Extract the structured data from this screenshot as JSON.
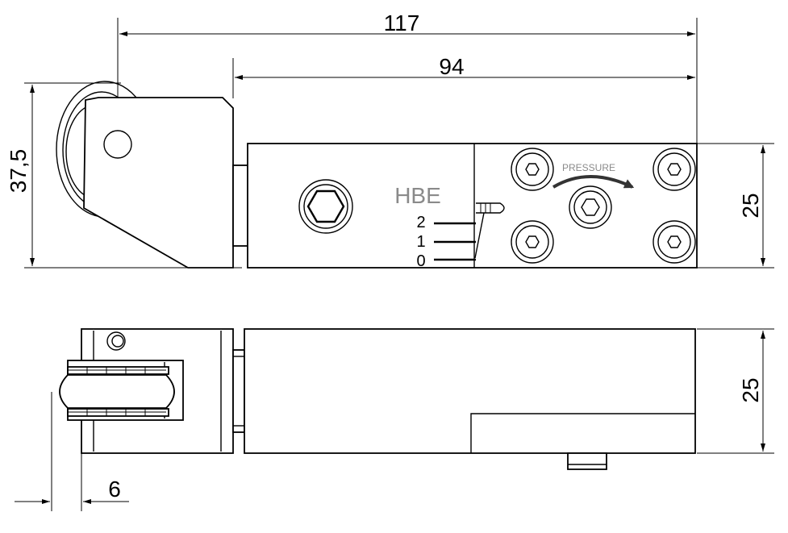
{
  "dimensions": {
    "overall_length": "117",
    "body_length": "94",
    "side_height": "37,5",
    "body_height_top": "25",
    "body_height_bottom": "25",
    "roller_offset": "6"
  },
  "labels": {
    "brand": "HBE",
    "pressure": "PRESSURE",
    "positions": [
      "2",
      "1",
      "0"
    ]
  },
  "colors": {
    "line": "#000000",
    "label_gray": "#8a8a8a",
    "background": "#ffffff"
  }
}
